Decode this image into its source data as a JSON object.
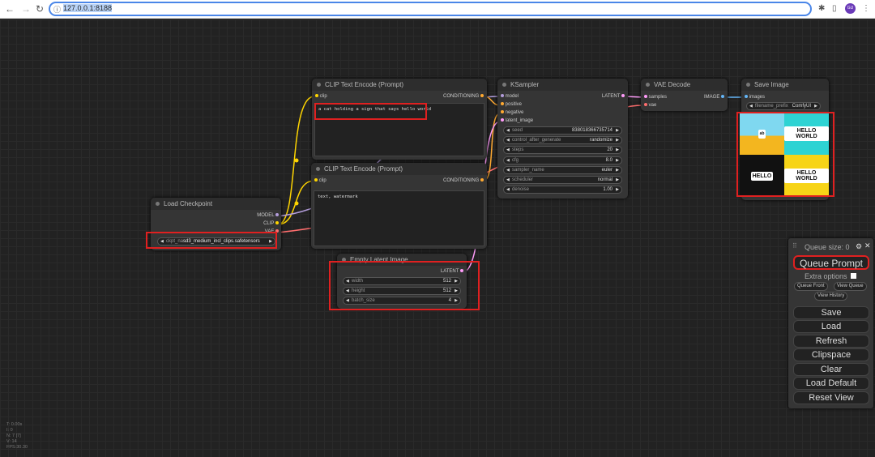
{
  "browser": {
    "url": "127.0.0.1:8188",
    "profile": "GU"
  },
  "nodes": {
    "clip_pos": {
      "title": "CLIP Text Encode (Prompt)",
      "input": "clip",
      "output": "CONDITIONING",
      "text": "a cat holding a sign that says hello world"
    },
    "clip_neg": {
      "title": "CLIP Text Encode (Prompt)",
      "input": "clip",
      "output": "CONDITIONING",
      "text": "text, watermark"
    },
    "checkpoint": {
      "title": "Load Checkpoint",
      "outputs": [
        "MODEL",
        "CLIP",
        "VAE"
      ],
      "ckpt_label": "ckpt_na",
      "ckpt_value": "sd3_medium_incl_clips.safetensors"
    },
    "ksampler": {
      "title": "KSampler",
      "inputs": [
        "model",
        "positive",
        "negative",
        "latent_image"
      ],
      "output": "LATENT",
      "widgets": [
        {
          "label": "seed",
          "value": "838018366735714"
        },
        {
          "label": "control_after_generate",
          "value": "randomize"
        },
        {
          "label": "steps",
          "value": "20"
        },
        {
          "label": "cfg",
          "value": "8.0"
        },
        {
          "label": "sampler_name",
          "value": "euler"
        },
        {
          "label": "scheduler",
          "value": "normal"
        },
        {
          "label": "denoise",
          "value": "1.00"
        }
      ]
    },
    "vae_decode": {
      "title": "VAE Decode",
      "inputs": [
        "samples",
        "vae"
      ],
      "output": "IMAGE"
    },
    "save_image": {
      "title": "Save Image",
      "input": "images",
      "prefix_label": "filename_prefix",
      "prefix_value": "ComfyUI",
      "sign_texts": [
        "HELLO WORLD",
        "HELLO",
        "HELLO WORLD"
      ]
    },
    "latent": {
      "title": "Empty Latent Image",
      "output": "LATENT",
      "widgets": [
        {
          "label": "width",
          "value": "512"
        },
        {
          "label": "height",
          "value": "512"
        },
        {
          "label": "batch_size",
          "value": "4"
        }
      ]
    }
  },
  "panel": {
    "queue_size": "Queue size: 0",
    "queue_prompt": "Queue Prompt",
    "extra_options": "Extra options",
    "queue_front": "Queue Front",
    "view_queue": "View Queue",
    "view_history": "View History",
    "buttons": [
      "Save",
      "Load",
      "Refresh",
      "Clipspace",
      "Clear",
      "Load Default",
      "Reset View"
    ]
  },
  "stats": {
    "t": "T: 0.00s",
    "i": "I: 0",
    "n": "N: 7 [7]",
    "v": "V: 14",
    "fps": "FPS:30.30"
  },
  "colors": {
    "clip": "#ffd500",
    "model": "#b39ddb",
    "vae": "#ff6e6e",
    "conditioning": "#ffa931",
    "latent": "#ff9cf9",
    "image": "#64b5f6",
    "highlight": "#e02020"
  }
}
